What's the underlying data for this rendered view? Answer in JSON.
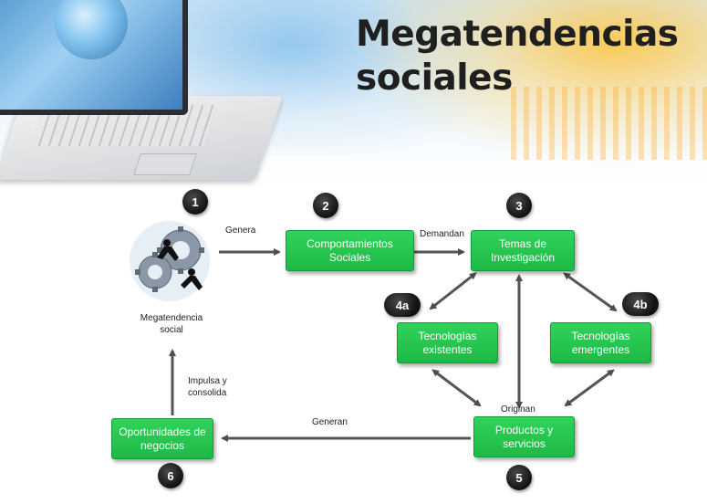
{
  "slide": {
    "title": "Megatendencias sociales"
  },
  "diagram": {
    "nodes": {
      "megatendencia": {
        "number": "1",
        "label": "Megatendencia social",
        "icon": "gears-businessmen-icon"
      },
      "comportamientos": {
        "number": "2",
        "label": "Comportamientos Sociales"
      },
      "temas": {
        "number": "3",
        "label": "Temas de Investigación"
      },
      "tec_existentes": {
        "number": "4a",
        "label": "Tecnologías existentes"
      },
      "tec_emergentes": {
        "number": "4b",
        "label": "Tecnologías emergentes"
      },
      "productos": {
        "number": "5",
        "label": "Productos y servicios"
      },
      "oportunidades": {
        "number": "6",
        "label": "Oportunidades de negocios"
      }
    },
    "edges": {
      "genera": "Genera",
      "demandan": "Demandan",
      "originan": "Originan",
      "generan": "Generan",
      "impulsa": "Impulsa y consolida"
    },
    "colors": {
      "box_fill": "#22c24c",
      "arrow": "#555555",
      "badge": "#111111"
    }
  }
}
